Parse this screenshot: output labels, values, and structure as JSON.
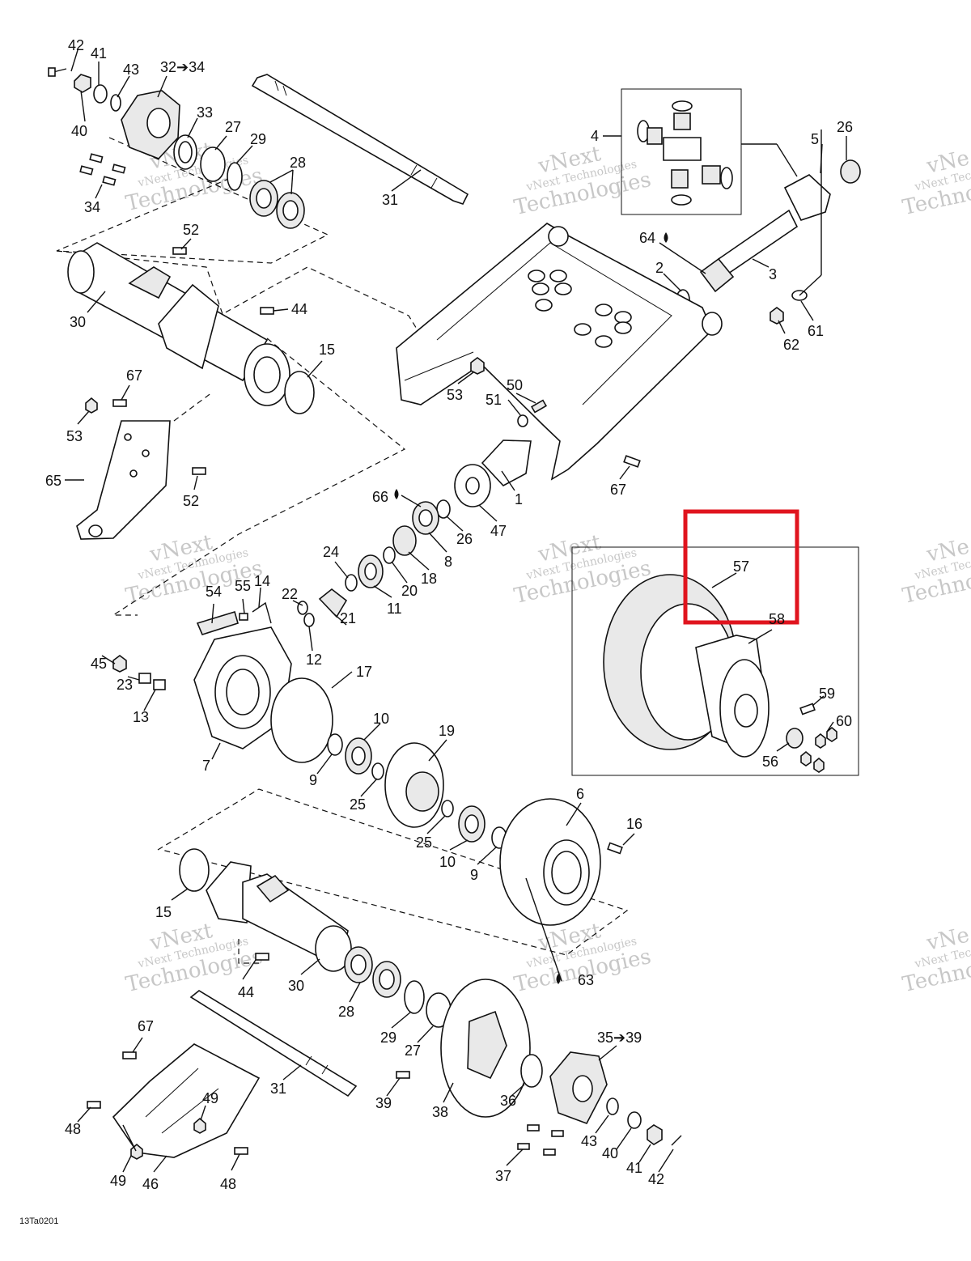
{
  "callouts": [
    {
      "id": "c42a",
      "text": "42"
    },
    {
      "id": "c41a",
      "text": "41"
    },
    {
      "id": "c43a",
      "text": "43"
    },
    {
      "id": "c3234",
      "text": "32➔34"
    },
    {
      "id": "c40a",
      "text": "40"
    },
    {
      "id": "c33",
      "text": "33"
    },
    {
      "id": "c27a",
      "text": "27"
    },
    {
      "id": "c29a",
      "text": "29"
    },
    {
      "id": "c28a",
      "text": "28"
    },
    {
      "id": "c34",
      "text": "34"
    },
    {
      "id": "c31a",
      "text": "31"
    },
    {
      "id": "c4",
      "text": "4"
    },
    {
      "id": "c5",
      "text": "5"
    },
    {
      "id": "c26a",
      "text": "26"
    },
    {
      "id": "c64",
      "text": "64"
    },
    {
      "id": "c2",
      "text": "2"
    },
    {
      "id": "c3",
      "text": "3"
    },
    {
      "id": "c61",
      "text": "61"
    },
    {
      "id": "c62",
      "text": "62"
    },
    {
      "id": "c52a",
      "text": "52"
    },
    {
      "id": "c30a",
      "text": "30"
    },
    {
      "id": "c44a",
      "text": "44"
    },
    {
      "id": "c15a",
      "text": "15"
    },
    {
      "id": "c67a",
      "text": "67"
    },
    {
      "id": "c53a",
      "text": "53"
    },
    {
      "id": "c53b",
      "text": "53"
    },
    {
      "id": "c50",
      "text": "50"
    },
    {
      "id": "c51",
      "text": "51"
    },
    {
      "id": "c65",
      "text": "65"
    },
    {
      "id": "c52b",
      "text": "52"
    },
    {
      "id": "c67b",
      "text": "67"
    },
    {
      "id": "c66",
      "text": "66"
    },
    {
      "id": "c1",
      "text": "1"
    },
    {
      "id": "c47",
      "text": "47"
    },
    {
      "id": "c26b",
      "text": "26"
    },
    {
      "id": "c8",
      "text": "8"
    },
    {
      "id": "c24",
      "text": "24"
    },
    {
      "id": "c18",
      "text": "18"
    },
    {
      "id": "c20",
      "text": "20"
    },
    {
      "id": "c11",
      "text": "11"
    },
    {
      "id": "c14",
      "text": "14"
    },
    {
      "id": "c54",
      "text": "54"
    },
    {
      "id": "c55",
      "text": "55"
    },
    {
      "id": "c22",
      "text": "22"
    },
    {
      "id": "c21",
      "text": "21"
    },
    {
      "id": "c12",
      "text": "12"
    },
    {
      "id": "c45",
      "text": "45"
    },
    {
      "id": "c23",
      "text": "23"
    },
    {
      "id": "c13",
      "text": "13"
    },
    {
      "id": "c17",
      "text": "17"
    },
    {
      "id": "c7",
      "text": "7"
    },
    {
      "id": "c10a",
      "text": "10"
    },
    {
      "id": "c9a",
      "text": "9"
    },
    {
      "id": "c19",
      "text": "19"
    },
    {
      "id": "c25a",
      "text": "25"
    },
    {
      "id": "c25b",
      "text": "25"
    },
    {
      "id": "c10b",
      "text": "10"
    },
    {
      "id": "c9b",
      "text": "9"
    },
    {
      "id": "c6",
      "text": "6"
    },
    {
      "id": "c16",
      "text": "16"
    },
    {
      "id": "c57",
      "text": "57"
    },
    {
      "id": "c58",
      "text": "58"
    },
    {
      "id": "c59",
      "text": "59"
    },
    {
      "id": "c60",
      "text": "60"
    },
    {
      "id": "c56",
      "text": "56"
    },
    {
      "id": "c15b",
      "text": "15"
    },
    {
      "id": "c44b",
      "text": "44"
    },
    {
      "id": "c30b",
      "text": "30"
    },
    {
      "id": "c63",
      "text": "63"
    },
    {
      "id": "c28b",
      "text": "28"
    },
    {
      "id": "c29b",
      "text": "29"
    },
    {
      "id": "c27b",
      "text": "27"
    },
    {
      "id": "c3539",
      "text": "35➔39"
    },
    {
      "id": "c67c",
      "text": "67"
    },
    {
      "id": "c31b",
      "text": "31"
    },
    {
      "id": "c49a",
      "text": "49"
    },
    {
      "id": "c48a",
      "text": "48"
    },
    {
      "id": "c39",
      "text": "39"
    },
    {
      "id": "c38",
      "text": "38"
    },
    {
      "id": "c36",
      "text": "36"
    },
    {
      "id": "c43b",
      "text": "43"
    },
    {
      "id": "c40b",
      "text": "40"
    },
    {
      "id": "c41b",
      "text": "41"
    },
    {
      "id": "c42b",
      "text": "42"
    },
    {
      "id": "c37",
      "text": "37"
    },
    {
      "id": "c49b",
      "text": "49"
    },
    {
      "id": "c46",
      "text": "46"
    },
    {
      "id": "c48b",
      "text": "48"
    }
  ],
  "watermark": {
    "line1": "vNext",
    "line2": "vNext Technologies",
    "line3": "Technologies",
    "edge1": "vNe",
    "edge2": "vNext Tec",
    "edge3": "Techno"
  },
  "drawing_code": "13Ta0201",
  "highlight_color": "#e0141e"
}
